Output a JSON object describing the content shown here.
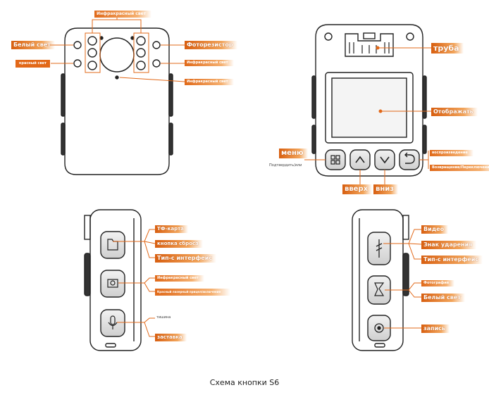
{
  "caption": "Схема кнопки S6",
  "front": {
    "ir_top": "Инфракрасный свет",
    "white_light": "Белый свет",
    "red_light": "красный свет",
    "photoresistor": "Фоторезистор",
    "ir_right": "Инфракрасный свет",
    "ir_mic": "Инфракрасный свет"
  },
  "back": {
    "pipe": "труба",
    "display": "Отображать",
    "menu": "меню",
    "confirm": "Подтвердить/или",
    "up": "вверх",
    "down": "вниз",
    "playback": "воспроизведение",
    "return": "Возвращение/Переключение"
  },
  "left": {
    "tf_card": "ТФ-карта",
    "reset_button": "кнопка сброса",
    "type_c": "Тип-с интерфейс",
    "ir_light": "Инфракрасный свет",
    "red_laser": "Красный лазерный прицел/включение",
    "mute": "тишина",
    "screensaver": "заставка"
  },
  "right": {
    "video": "Видео",
    "beep": "Знак ударения",
    "type_c": "Тип-с интерфейс",
    "photo": "Фотография",
    "white_light": "Белый свет",
    "record": "запись"
  },
  "colors": {
    "accent": "#e26818",
    "body_stroke": "#222222"
  },
  "icons": {
    "menu_button": "grid-icon",
    "up_button": "chevron-up-icon",
    "down_button": "chevron-down-icon",
    "back_button": "return-arrow-icon",
    "left_button_1": "folder-icon",
    "left_button_2": "camera-icon",
    "left_button_3": "microphone-icon",
    "right_button_1": "video-camera-icon",
    "right_button_2": "burst-icon",
    "right_button_3": "record-icon"
  }
}
